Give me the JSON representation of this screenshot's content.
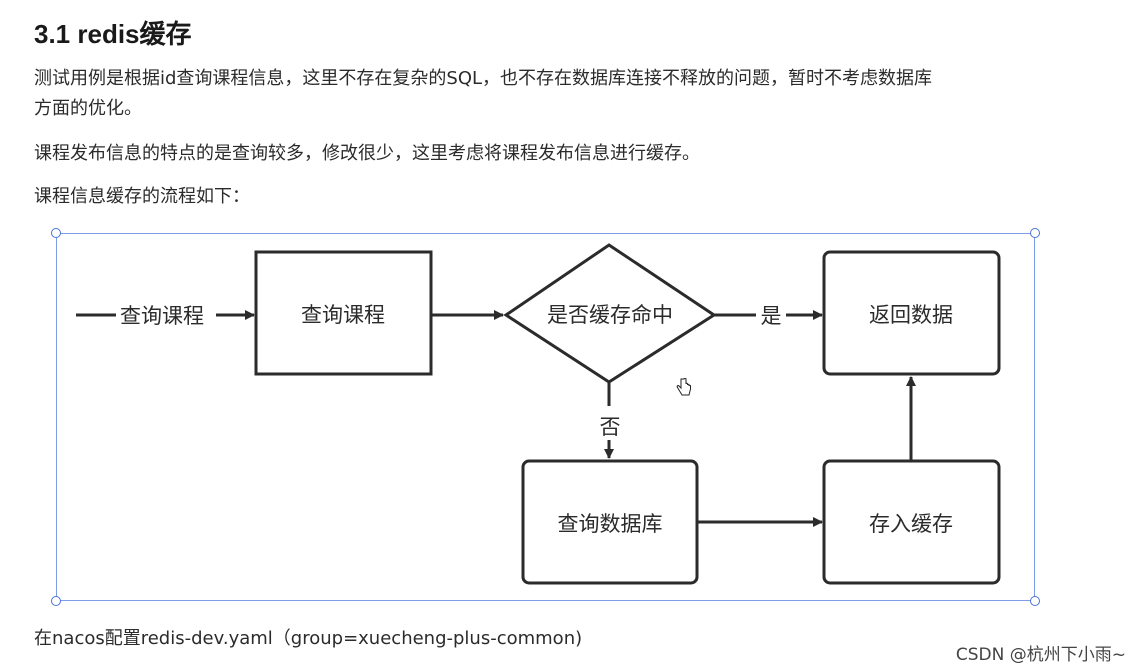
{
  "heading": "3.1 redis缓存",
  "paragraphs": {
    "p1_line1": "测试用例是根据id查询课程信息，这里不存在复杂的SQL，也不存在数据库连接不释放的问题，暂时不考虑数据库",
    "p1_line2": "方面的优化。",
    "p2": "课程发布信息的特点的是查询较多，修改很少，这里考虑将课程发布信息进行缓存。",
    "p3": "课程信息缓存的流程如下：",
    "p4": "在nacos配置redis-dev.yaml（group=xuecheng-plus-common)"
  },
  "flowchart": {
    "entry_label": "查询课程",
    "nodes": {
      "query_course": "查询课程",
      "cache_hit": "是否缓存命中",
      "return_data": "返回数据",
      "query_db": "查询数据库",
      "store_cache": "存入缓存"
    },
    "edges": {
      "yes": "是",
      "no": "否"
    }
  },
  "watermark": "CSDN @杭州下小雨~"
}
